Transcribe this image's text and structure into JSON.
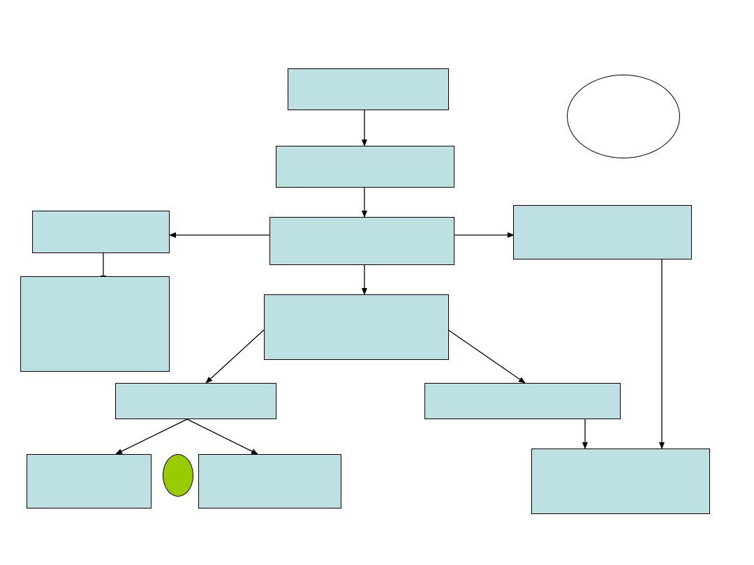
{
  "colors": {
    "box_fill": "#bde0e3",
    "line": "#000000",
    "accent_oval": "#99cc00",
    "background": "#ffffff"
  },
  "nodes": [
    {
      "id": "top-box",
      "label": ""
    },
    {
      "id": "second-box",
      "label": ""
    },
    {
      "id": "central-box",
      "label": ""
    },
    {
      "id": "left-box",
      "label": ""
    },
    {
      "id": "left-tall-box",
      "label": ""
    },
    {
      "id": "right-box",
      "label": ""
    },
    {
      "id": "lower-center-box",
      "label": ""
    },
    {
      "id": "lower-left-box",
      "label": ""
    },
    {
      "id": "lower-right-box",
      "label": ""
    },
    {
      "id": "bottom-left-box-1",
      "label": ""
    },
    {
      "id": "bottom-left-box-2",
      "label": ""
    },
    {
      "id": "bottom-right-box",
      "label": ""
    }
  ],
  "decorations": [
    {
      "id": "white-oval",
      "label": ""
    },
    {
      "id": "green-oval",
      "label": ""
    }
  ]
}
